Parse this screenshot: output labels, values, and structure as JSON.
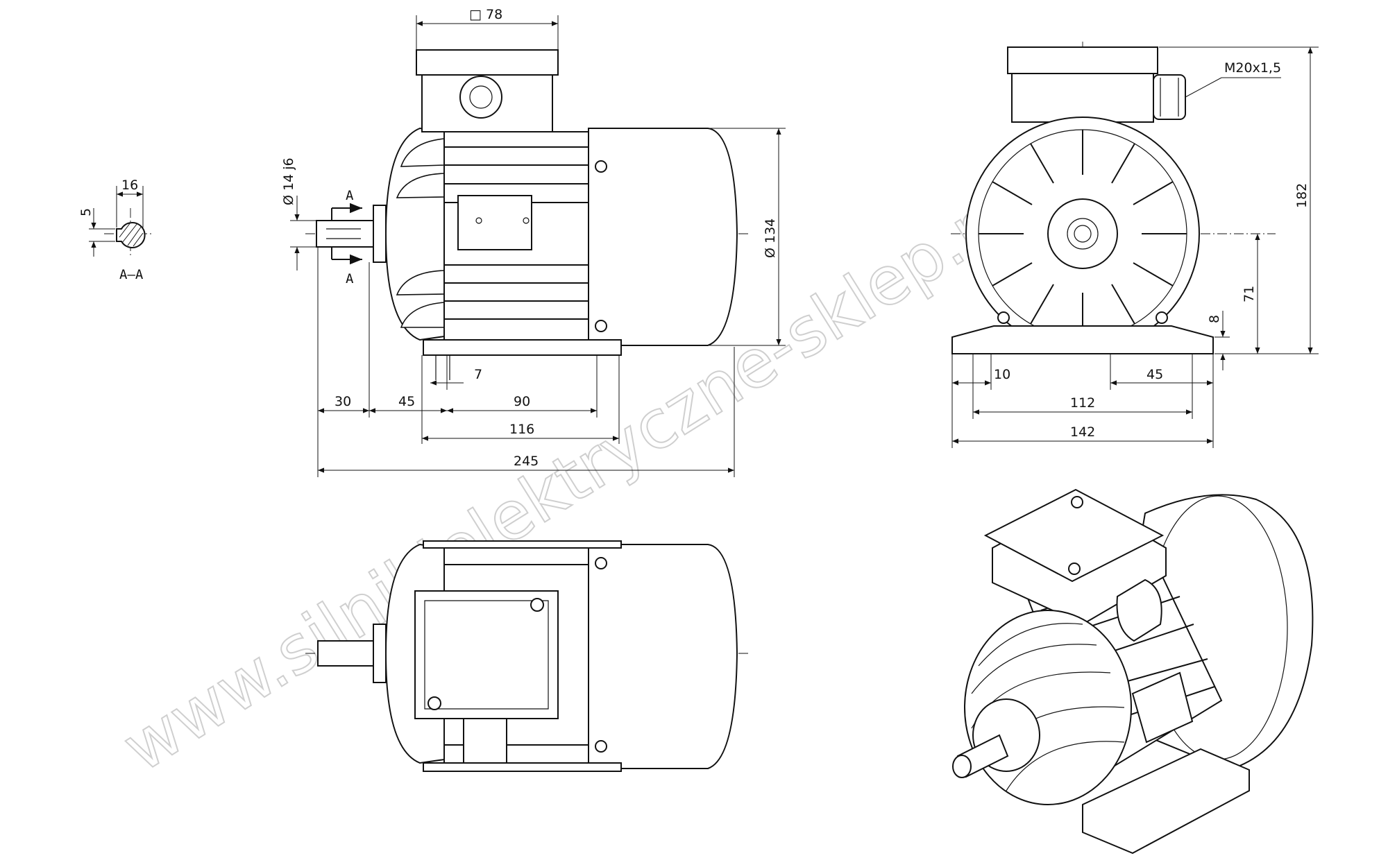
{
  "watermark": "www.silnikielektryczne-sklep.pl",
  "section": {
    "label": "A–A",
    "dim_width": "16",
    "dim_height": "5"
  },
  "front_view": {
    "dim_box": "□ 78",
    "dim_shaft": "Ø 14 j6",
    "dim_body": "Ø 134",
    "section_mark_top": "A",
    "section_mark_bottom": "A",
    "dim_7": "7",
    "dim_30": "30",
    "dim_45": "45",
    "dim_90": "90",
    "dim_116": "116",
    "dim_245": "245"
  },
  "end_view": {
    "dim_thread": "M20x1,5",
    "dim_height_total": "182",
    "dim_axis_height": "71",
    "dim_foot": "8",
    "dim_10": "10",
    "dim_45": "45",
    "dim_112": "112",
    "dim_142": "142"
  }
}
